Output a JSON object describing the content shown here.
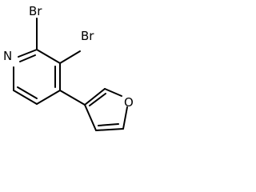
{
  "molecule": {
    "atoms": {
      "br_top": "Br",
      "br_bottom": "Br",
      "n": "N",
      "o": "O"
    },
    "colors": {
      "bond": "#000000",
      "text": "#000000",
      "background": "#ffffff"
    }
  }
}
